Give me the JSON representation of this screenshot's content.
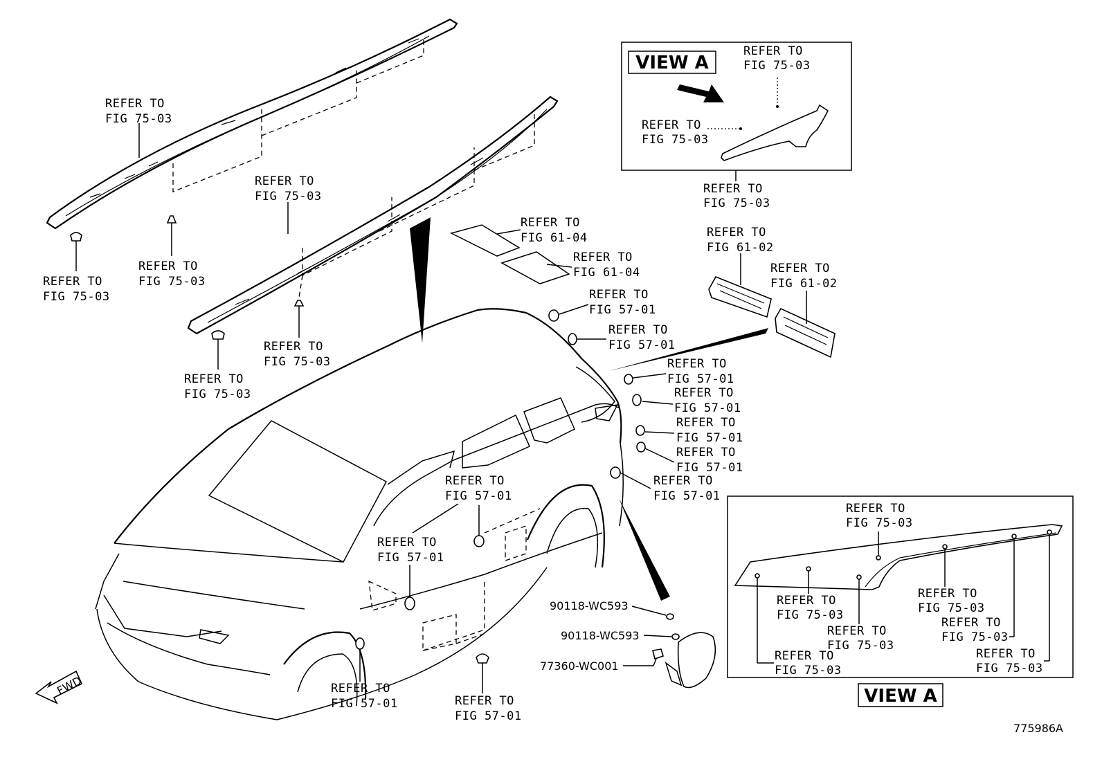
{
  "figure_id": "775986A",
  "view_a_top": "VIEW A",
  "view_a_bottom": "VIEW A",
  "fwd_label": "FWD",
  "refer_to": "REFER TO",
  "parts": {
    "wc593_a": "90118-WC593",
    "wc593_b": "90118-WC593",
    "wc001": "77360-WC001"
  },
  "callouts": {
    "rail1_top": "FIG 75-03",
    "rail1_bracket": "FIG 75-03",
    "rail1_clip": "FIG 75-03",
    "rail2_top": "FIG 75-03",
    "rail2_clip": "FIG 75-03",
    "rail2_bracket": "FIG 75-03",
    "roof_film_1": "FIG 61-04",
    "roof_film_2": "FIG 61-04",
    "plug_1": "FIG 57-01",
    "plug_2": "FIG 57-01",
    "plug_3": "FIG 57-01",
    "plug_4": "FIG 57-01",
    "plug_5": "FIG 57-01",
    "plug_6": "FIG 57-01",
    "plug_7": "FIG 57-01",
    "plug_door": "FIG 57-01",
    "plug_rocker": "FIG 57-01",
    "plug_fender": "FIG 57-01",
    "plug_bottom": "FIG 57-01",
    "lamp_1": "FIG 61-02",
    "lamp_2": "FIG 61-02",
    "va_top_1": "FIG 75-03",
    "va_top_2": "FIG 75-03",
    "va_top_3": "FIG 75-03",
    "vb_1": "FIG 75-03",
    "vb_2": "FIG 75-03",
    "vb_3": "FIG 75-03",
    "vb_4": "FIG 75-03",
    "vb_5": "FIG 75-03",
    "vb_6": "FIG 75-03",
    "vb_7": "FIG 75-03"
  }
}
